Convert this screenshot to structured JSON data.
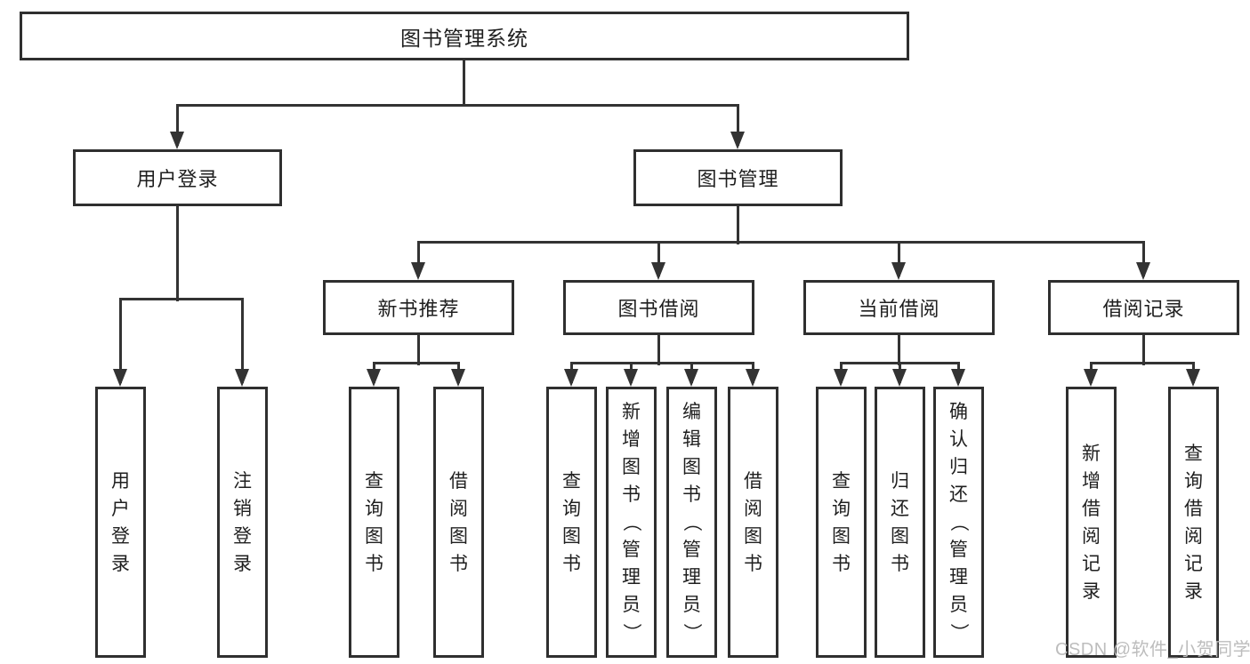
{
  "diagram": {
    "type": "hierarchy-tree",
    "watermark": "CSDN @软件_小贺同学",
    "colors": {
      "background": "#ffffff",
      "box_border": "#2f2f2f",
      "connector_line": "#333333",
      "text": "#1f1f1f",
      "watermark_text": "#bdbdbd"
    },
    "root": {
      "label": "图书管理系统",
      "children": [
        {
          "label": "用户登录",
          "children": [
            {
              "label": "用户登录"
            },
            {
              "label": "注销登录"
            }
          ]
        },
        {
          "label": "图书管理",
          "children": [
            {
              "label": "新书推荐",
              "children": [
                {
                  "label": "查询图书"
                },
                {
                  "label": "借阅图书"
                }
              ]
            },
            {
              "label": "图书借阅",
              "children": [
                {
                  "label": "查询图书"
                },
                {
                  "label": "新增图书（管理员）"
                },
                {
                  "label": "编辑图书（管理员）"
                },
                {
                  "label": "借阅图书"
                }
              ]
            },
            {
              "label": "当前借阅",
              "children": [
                {
                  "label": "查询图书"
                },
                {
                  "label": "归还图书"
                },
                {
                  "label": "确认归还（管理员）"
                }
              ]
            },
            {
              "label": "借阅记录",
              "children": [
                {
                  "label": "新增借阅记录"
                },
                {
                  "label": "查询借阅记录"
                }
              ]
            }
          ]
        }
      ]
    }
  }
}
